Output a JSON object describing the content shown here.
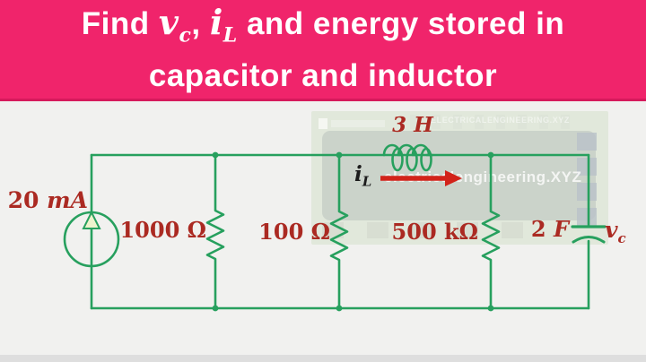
{
  "header": {
    "find": "Find ",
    "vc": {
      "base": "v",
      "sub": "c"
    },
    "comma": ", ",
    "il": {
      "base": "i",
      "sub": "L"
    },
    "line1_rest": " and energy stored in",
    "line2": "capacitor and inductor"
  },
  "circuit": {
    "source": {
      "value": "20 ",
      "unit": "mA"
    },
    "r1": {
      "value": "1000 ",
      "unit": "Ω"
    },
    "r2": {
      "value": "100 ",
      "unit": "Ω"
    },
    "r3": {
      "value": "500 ",
      "unit": "kΩ"
    },
    "inductor": {
      "value": "3 ",
      "unit": "H"
    },
    "capacitor": {
      "value": "2 ",
      "unit": "F"
    },
    "inductor_current": {
      "base": "i",
      "sub": "L"
    },
    "capacitor_voltage": {
      "base": "v",
      "sub": "c"
    },
    "polarity": {
      "plus": "+",
      "minus": "−"
    }
  },
  "watermark": {
    "text_top": "ELECTRICALENGINEERING.XYZ",
    "text_mid": "electricalengineering.XYZ"
  },
  "colors": {
    "header_bg": "#f0246b",
    "wire_green": "#27a05e",
    "label_red": "#ab2a22",
    "arrow_red": "#d2231a",
    "polarity_red": "#c0392b"
  }
}
